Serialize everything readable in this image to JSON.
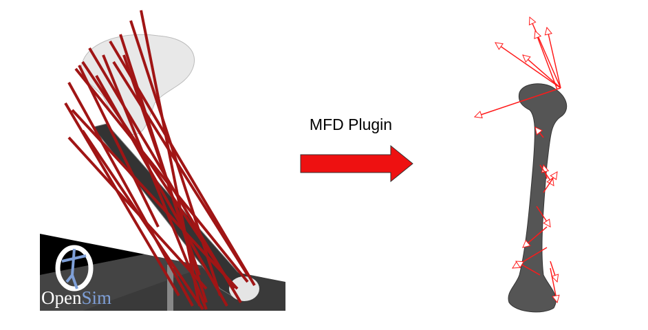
{
  "process": {
    "label": "MFD Plugin",
    "arrow_color": "#ee1111"
  },
  "logo": {
    "part1": "Open",
    "part2": "Sim"
  },
  "colors": {
    "muscle": "#a01515",
    "force_arrow": "#ff1a1a",
    "bone": "#555555"
  }
}
